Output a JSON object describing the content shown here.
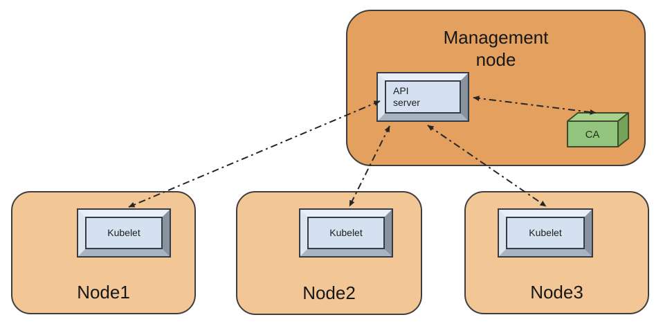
{
  "management_node": {
    "label": "Management node",
    "api_server": {
      "label": "API server"
    },
    "ca": {
      "label": "CA"
    }
  },
  "worker_nodes": [
    {
      "label": "Node1",
      "component": {
        "label": "Kubelet"
      }
    },
    {
      "label": "Node2",
      "component": {
        "label": "Kubelet"
      }
    },
    {
      "label": "Node3",
      "component": {
        "label": "Kubelet"
      }
    }
  ],
  "connections": [
    {
      "from": "API server",
      "to": "Kubelet (Node1)",
      "style": "dash-dot",
      "bidirectional": true
    },
    {
      "from": "API server",
      "to": "Kubelet (Node2)",
      "style": "dash-dot",
      "bidirectional": true
    },
    {
      "from": "API server",
      "to": "Kubelet (Node3)",
      "style": "dash-dot",
      "bidirectional": true
    },
    {
      "from": "API server",
      "to": "CA",
      "style": "dash-dot",
      "bidirectional": true
    }
  ],
  "colors": {
    "management_node_fill": "#e4a05f",
    "worker_node_fill": "#f3c795",
    "node_border": "#3e3e3e",
    "component_fill": "#d5e1f1",
    "component_bevel_light": "#e9eff6",
    "component_bevel_dark": "#89939f",
    "ca_front": "#93c47d",
    "ca_top": "#a9d18e",
    "ca_side": "#74a457",
    "arrow": "#262626"
  }
}
